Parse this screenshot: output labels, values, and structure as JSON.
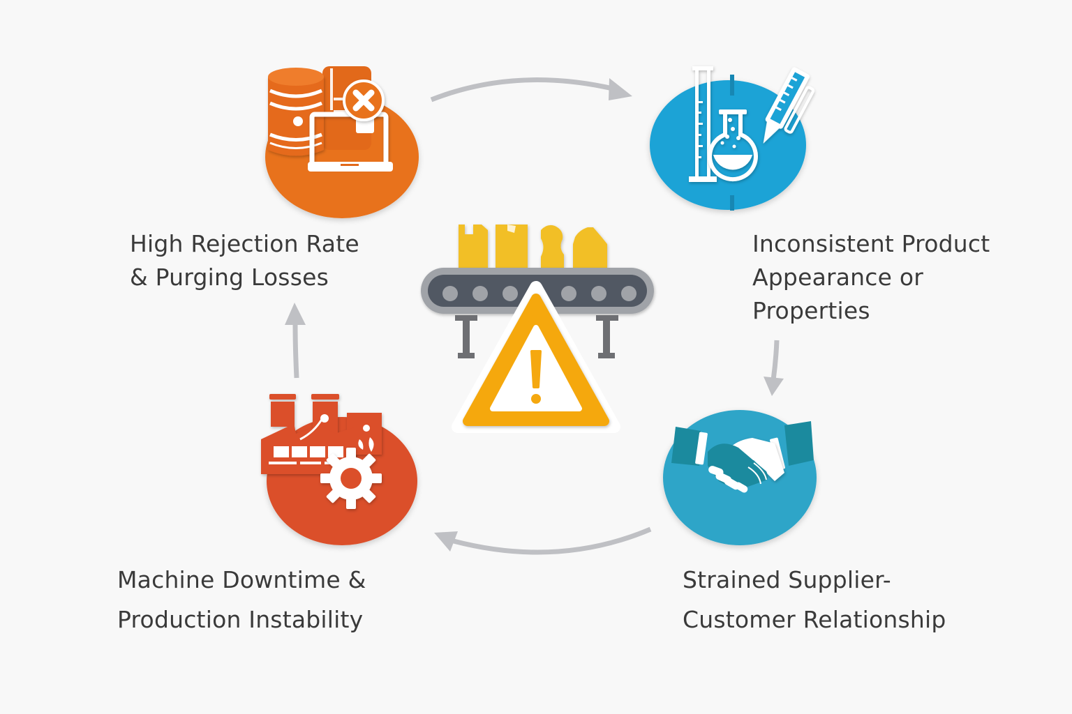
{
  "diagram": {
    "type": "cycle",
    "center": {
      "name": "defective-production-line",
      "icon": "conveyor-warning-icon"
    },
    "nodes": [
      {
        "id": "rejection",
        "lines": [
          "High Rejection Rate",
          "& Purging Losses"
        ],
        "icon": "database-laptop-error-icon",
        "color": "#e8721c"
      },
      {
        "id": "inconsistency",
        "lines": [
          "Inconsistent Product",
          "Appearance or",
          "Properties"
        ],
        "icon": "lab-flask-icon",
        "color": "#1ea3d6"
      },
      {
        "id": "relationship",
        "lines": [
          "Strained Supplier-",
          "Customer Relationship"
        ],
        "icon": "handshake-icon",
        "color": "#2ea5c8"
      },
      {
        "id": "downtime",
        "lines": [
          "Machine Downtime &",
          "Production Instability"
        ],
        "icon": "factory-gear-icon",
        "color": "#db4f2a"
      }
    ],
    "flow": [
      {
        "from": "rejection",
        "to": "inconsistency"
      },
      {
        "from": "inconsistency",
        "to": "relationship"
      },
      {
        "from": "relationship",
        "to": "downtime"
      },
      {
        "from": "downtime",
        "to": "rejection"
      }
    ],
    "colors": {
      "arrow": "#bfc0c4",
      "text": "#3a3a3a",
      "warning": "#f5a80f",
      "product": "#f2bf26",
      "conveyor_belt": "#515863",
      "conveyor_frame": "#a0a3a8"
    }
  }
}
